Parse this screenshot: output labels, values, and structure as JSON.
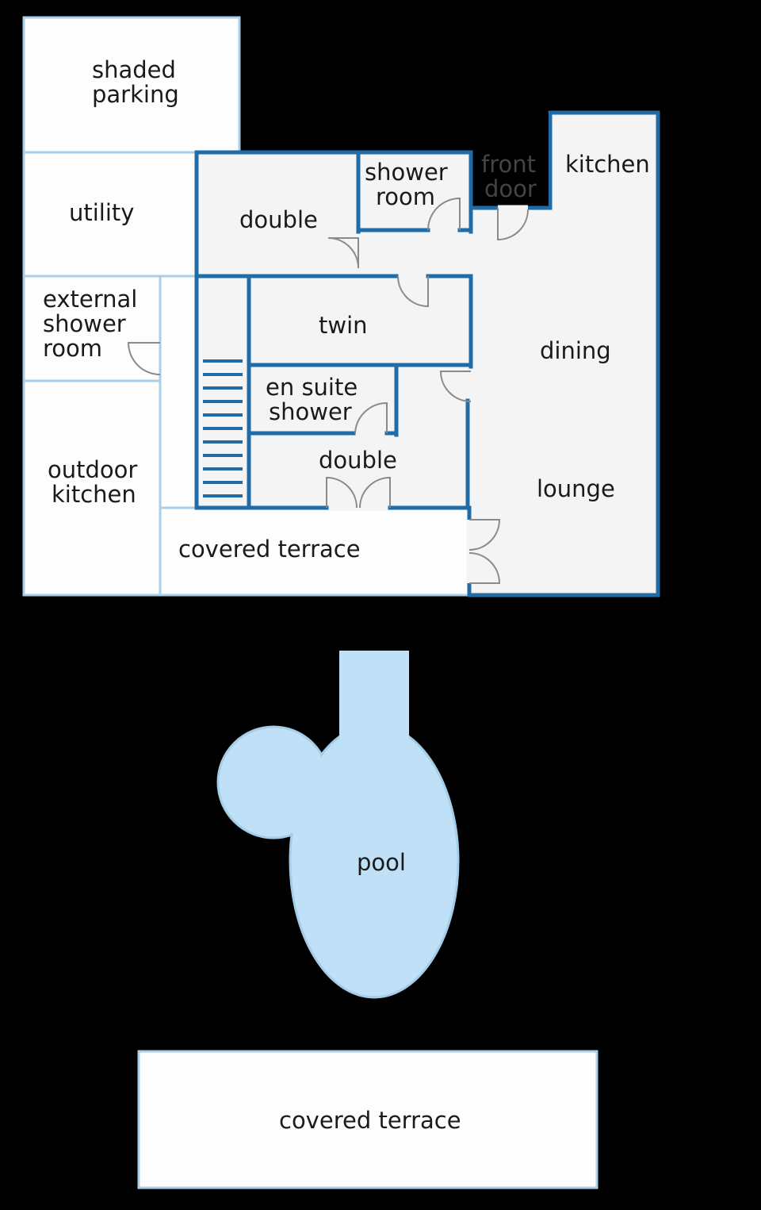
{
  "colors": {
    "background": "#000000",
    "exterior_fill": "#fdfdfd",
    "exterior_wall": "#a9cfe9",
    "interior_fill": "#f4f4f4",
    "interior_wall": "#1f6ca8",
    "pool_fill": "#bfe0f6",
    "pool_outline": "#a5cde9",
    "front_door_text": "#444444"
  },
  "rooms": {
    "shaded_parking": [
      "shaded",
      "parking"
    ],
    "utility": [
      "utility"
    ],
    "external_shower_room": [
      "external",
      "shower",
      "room"
    ],
    "outdoor_kitchen": [
      "outdoor",
      "kitchen"
    ],
    "covered_terrace_upper": [
      "covered terrace"
    ],
    "double_upper": [
      "double"
    ],
    "shower_room": [
      "shower",
      "room"
    ],
    "front_door": [
      "front",
      "door"
    ],
    "kitchen": [
      "kitchen"
    ],
    "twin": [
      "twin"
    ],
    "dining": [
      "dining"
    ],
    "en_suite_shower": [
      "en suite",
      "shower"
    ],
    "double_lower": [
      "double"
    ],
    "lounge": [
      "lounge"
    ],
    "pool": [
      "pool"
    ],
    "covered_terrace_lower": [
      "covered terrace"
    ]
  }
}
